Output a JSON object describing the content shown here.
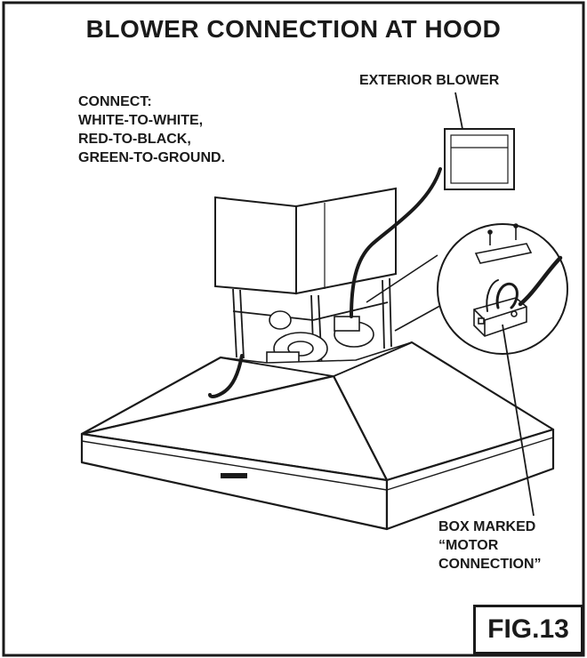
{
  "title": "BLOWER CONNECTION AT HOOD",
  "connect_note": [
    "CONNECT:",
    "WHITE-TO-WHITE,",
    "RED-TO-BLACK,",
    "GREEN-TO-GROUND."
  ],
  "exterior_blower_label": "EXTERIOR BLOWER",
  "box_label": [
    "BOX MARKED",
    "“MOTOR",
    "CONNECTION”"
  ],
  "figure_label": "FIG.13",
  "colors": {
    "ink": "#1a1a1a",
    "paper": "#ffffff",
    "shade": "#d8d8d8"
  }
}
